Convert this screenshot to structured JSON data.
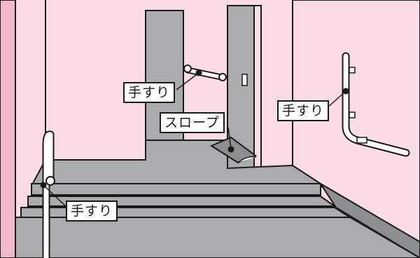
{
  "labels": {
    "handrail_door": "手すり",
    "handrail_wall": "手すり",
    "handrail_step": "手すり",
    "slope": "スロープ"
  },
  "colors": {
    "wall": "#fadbe6",
    "wall_left": "#f2b8cc",
    "floor": "#a9abad",
    "floor_dark": "#8c8e90",
    "outline": "#1a1a1a",
    "rail": "#ffffff"
  }
}
